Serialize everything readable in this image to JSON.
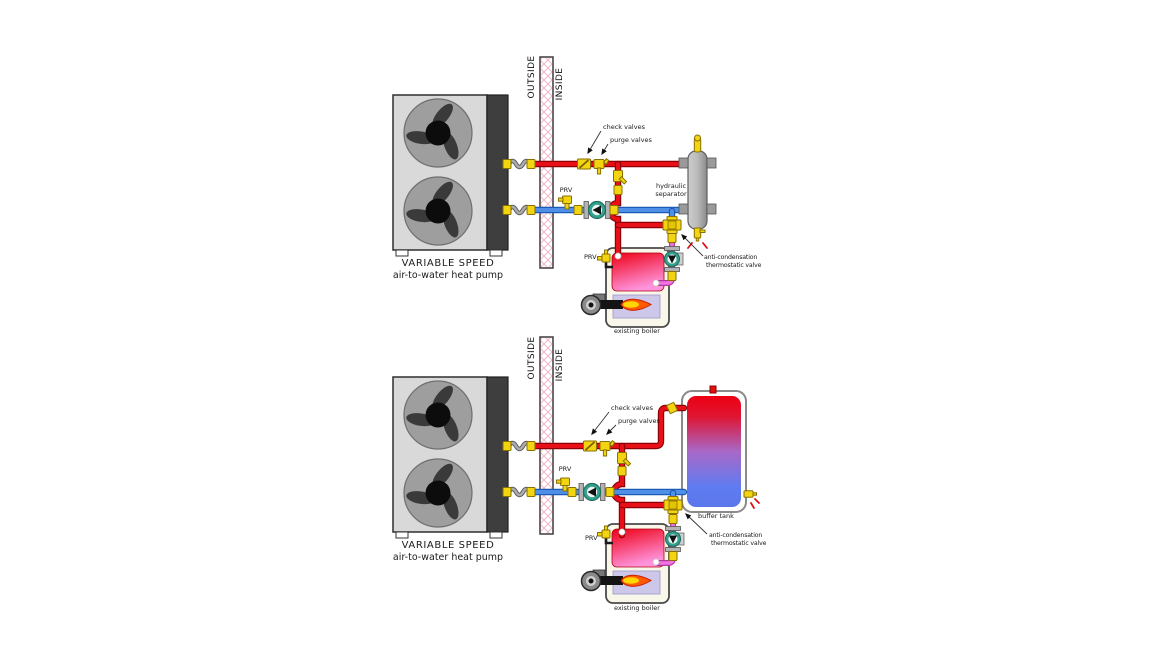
{
  "colors": {
    "pipe_hot": "#e81018",
    "pipe_cold": "#4f8fe8",
    "pipe_mixed": "#f272e2",
    "brass_valve": "#f2d411",
    "pump_body": "#35a08e",
    "flame_outer": "#ff5a00",
    "flame_core": "#ffd700"
  },
  "top": {
    "wall": {
      "outside_label": "OUTSIDE",
      "inside_label": "INSIDE"
    },
    "heat_pump": {
      "label_line1": "VARIABLE SPEED",
      "label_line2": "air-to-water heat pump"
    },
    "labels": {
      "check_valves": "check valves",
      "purge_valves": "purge valves",
      "prv_line": "PRV",
      "prv_boiler": "PRV",
      "separator_line1": "hydraulic",
      "separator_line2": "separator",
      "anti_condensation_line1": "anti-condensation",
      "anti_condensation_line2": "thermostatic valve",
      "boiler": "existing boiler"
    }
  },
  "bottom": {
    "wall": {
      "outside_label": "OUTSIDE",
      "inside_label": "INSIDE"
    },
    "heat_pump": {
      "label_line1": "VARIABLE SPEED",
      "label_line2": "air-to-water heat pump"
    },
    "labels": {
      "check_valves": "check valves",
      "purge_valves": "purge valves",
      "prv_line": "PRV",
      "prv_boiler": "PRV",
      "buffer_tank": "buffer tank",
      "anti_condensation_line1": "anti-condensation",
      "anti_condensation_line2": "thermostatic valve",
      "boiler": "existing boiler"
    }
  }
}
